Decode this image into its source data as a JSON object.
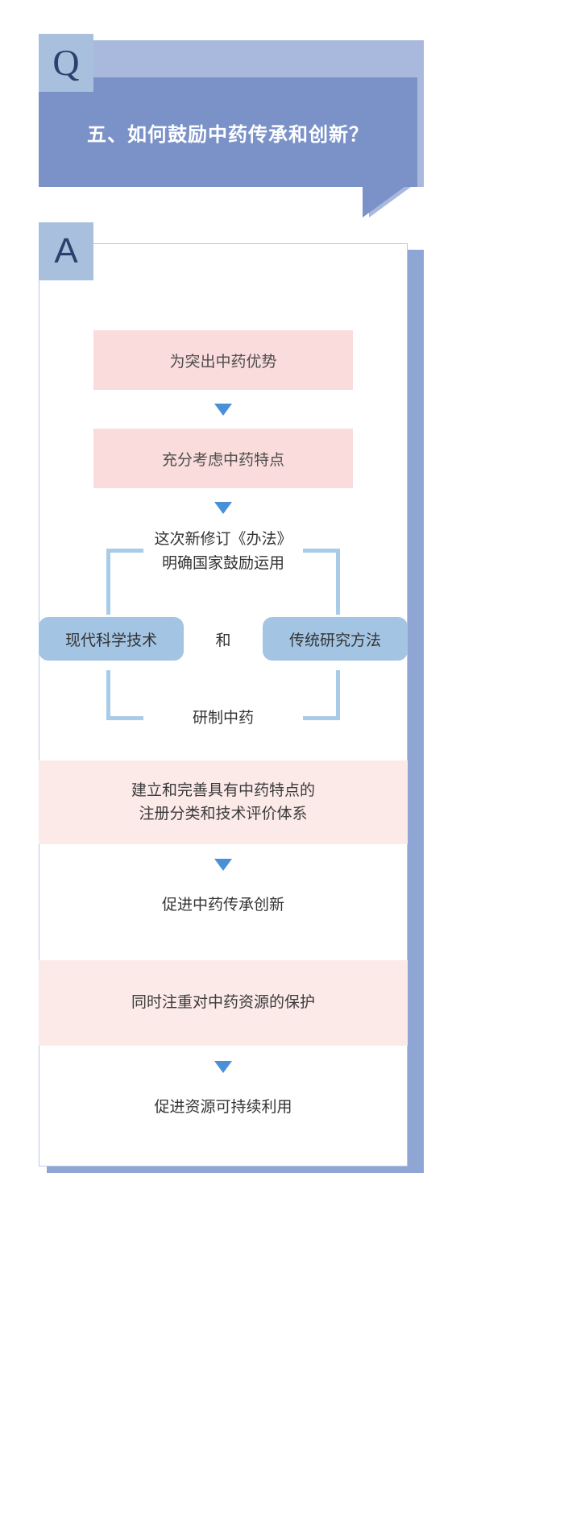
{
  "question": {
    "badge": "Q",
    "title": "五、如何鼓励中药传承和创新？"
  },
  "answer": {
    "badge": "A",
    "steps": [
      {
        "id": "step-1",
        "type": "pink-box",
        "text": "为突出中药优势"
      },
      {
        "id": "arrow-1",
        "type": "arrow",
        "icon": "down-triangle-icon"
      },
      {
        "id": "step-2",
        "type": "pink-box",
        "text": "充分考虑中药特点"
      },
      {
        "id": "arrow-2",
        "type": "arrow",
        "icon": "down-triangle-icon"
      }
    ],
    "bracket_section": {
      "intro_line1": "这次新修订《办法》",
      "intro_line2": "明确国家鼓励运用",
      "left_pill": "现代科学技术",
      "conjunction": "和",
      "right_pill": "传统研究方法",
      "outcome": "研制中药"
    },
    "lower_steps": [
      {
        "id": "step-3",
        "type": "pink-band",
        "line1": "建立和完善具有中药特点的",
        "line2": "注册分类和技术评价体系"
      },
      {
        "id": "arrow-3",
        "type": "arrow",
        "icon": "down-triangle-icon"
      },
      {
        "id": "step-4",
        "type": "plain",
        "line1": "促进中药传承创新"
      },
      {
        "id": "step-5",
        "type": "pink-band",
        "line1": "同时注重对中药资源的保护"
      },
      {
        "id": "arrow-4",
        "type": "arrow",
        "icon": "down-triangle-icon"
      },
      {
        "id": "step-6",
        "type": "plain",
        "line1": "促进资源可持续利用"
      }
    ]
  },
  "colors": {
    "bubble_blue": "#7b92c9",
    "badge_blue": "#a8c0de",
    "badge_letter": "#2d3f6b",
    "pink_strong": "#fadcdc",
    "pink_light": "#fbeae8",
    "arrow_blue": "#4a90d9",
    "pill_blue": "#a3c5e3",
    "bracket_blue": "#a8cbe8",
    "panel_border": "#b9c7e4",
    "shadow_blue": "#8fa5d4"
  }
}
